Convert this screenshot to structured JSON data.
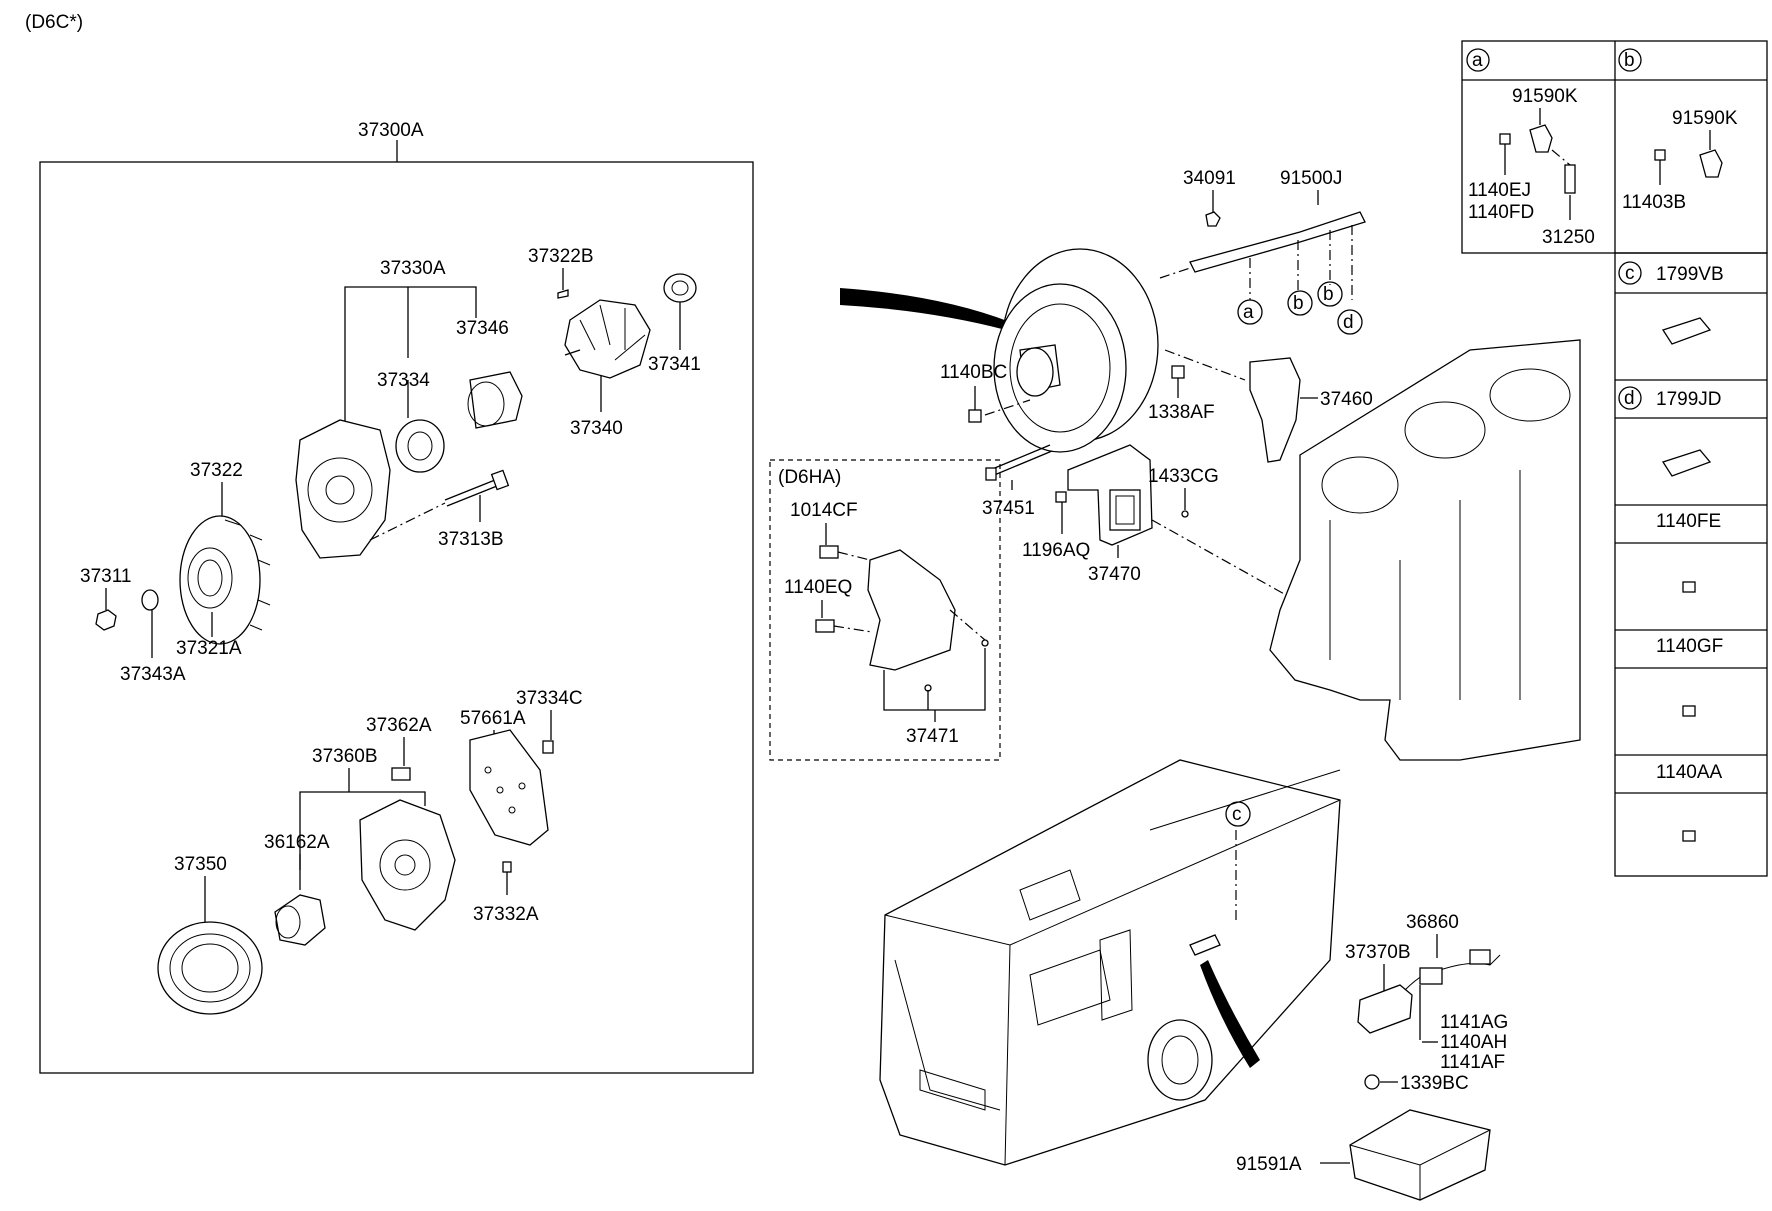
{
  "header": {
    "variant": "(D6C*)"
  },
  "main_box": {
    "label": "37300A"
  },
  "sub_box": {
    "label": "(D6HA)"
  },
  "parts": {
    "p37330A": "37330A",
    "p37322B": "37322B",
    "p37346": "37346",
    "p37341": "37341",
    "p37334": "37334",
    "p37340": "37340",
    "p37322": "37322",
    "p37311": "37311",
    "p37313B": "37313B",
    "p37321A": "37321A",
    "p37343A": "37343A",
    "p37334C": "37334C",
    "p37362A": "37362A",
    "p57661A": "57661A",
    "p37360B": "37360B",
    "p36162A": "36162A",
    "p37350": "37350",
    "p37332A": "37332A",
    "p34091": "34091",
    "p91500J": "91500J",
    "p1140BC": "1140BC",
    "p1338AF": "1338AF",
    "p37460": "37460",
    "p37451": "37451",
    "p1433CG": "1433CG",
    "p1196AQ": "1196AQ",
    "p37470": "37470",
    "p1014CF": "1014CF",
    "p1140EQ": "1140EQ",
    "p37471": "37471",
    "p36860": "36860",
    "p37370B": "37370B",
    "p1141AG": "1141AG",
    "p1140AH": "1140AH",
    "p1141AF": "1141AF",
    "p1339BC": "1339BC",
    "p91591A": "91591A"
  },
  "callouts": {
    "a": "a",
    "b": "b",
    "c": "c",
    "d": "d"
  },
  "legend": {
    "a": {
      "letter": "a",
      "p1": "91590K",
      "p2": "1140EJ",
      "p3": "1140FD",
      "p4": "31250"
    },
    "b": {
      "letter": "b",
      "p1": "91590K",
      "p2": "11403B"
    },
    "c": {
      "letter": "c",
      "p1": "1799VB"
    },
    "d": {
      "letter": "d",
      "p1": "1799JD"
    },
    "r1": "1140FE",
    "r2": "1140GF",
    "r3": "1140AA"
  }
}
